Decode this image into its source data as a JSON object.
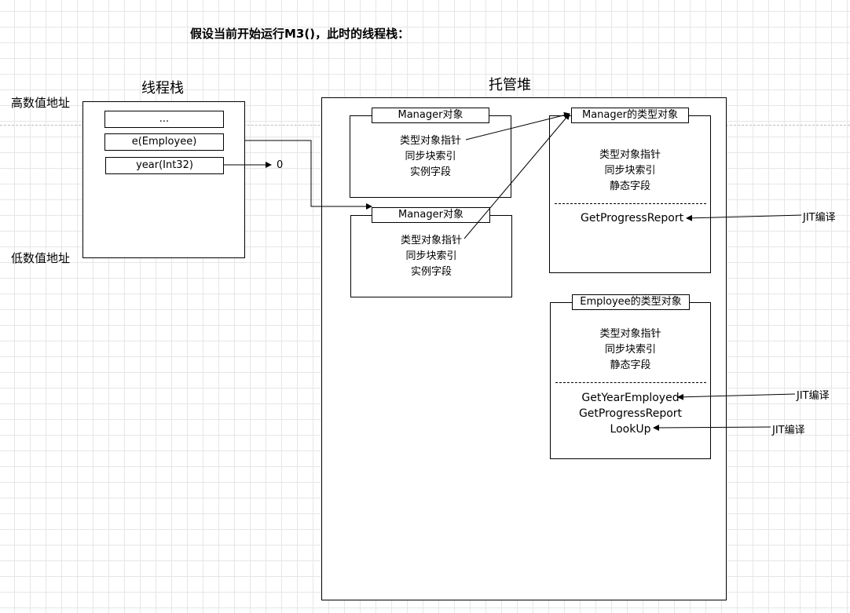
{
  "heading": "假设当前开始运行M3()，此时的线程栈：",
  "thread_stack": {
    "title": "线程栈",
    "high_label": "高数值地址",
    "low_label": "低数值地址",
    "slots": [
      "...",
      "e(Employee)",
      "year(Int32)"
    ],
    "year_value": "0"
  },
  "managed_heap": {
    "title": "托管堆",
    "manager_obj_1": {
      "label": "Manager对象",
      "fields": [
        "类型对象指针",
        "同步块索引",
        "实例字段"
      ]
    },
    "manager_obj_2": {
      "label": "Manager对象",
      "fields": [
        "类型对象指针",
        "同步块索引",
        "实例字段"
      ]
    },
    "manager_type": {
      "label": "Manager的类型对象",
      "fields": [
        "类型对象指针",
        "同步块索引",
        "静态字段"
      ],
      "methods": [
        "GetProgressReport"
      ]
    },
    "employee_type": {
      "label": "Employee的类型对象",
      "fields": [
        "类型对象指针",
        "同步块索引",
        "静态字段"
      ],
      "methods": [
        "GetYearEmployed",
        "GetProgressReport",
        "LookUp"
      ]
    }
  },
  "jit_labels": [
    "JIT编译",
    "JIT编译",
    "JIT编译"
  ]
}
